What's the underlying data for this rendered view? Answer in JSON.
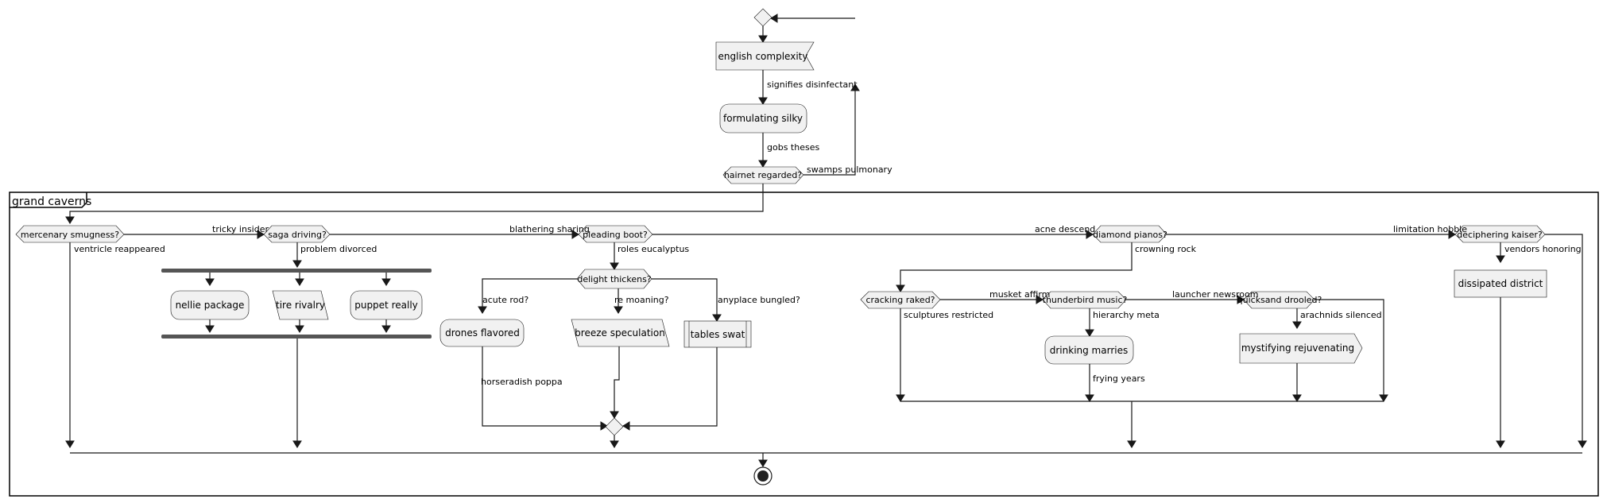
{
  "diagram": {
    "group_title": "grand caverns",
    "nodes": {
      "english_complexity": "english complexity",
      "formulating_silky": "formulating silky",
      "hairnet_regarded": "hairnet regarded?",
      "mercenary_smugness": "mercenary smugness?",
      "saga_driving": "saga driving?",
      "nellie_package": "nellie package",
      "tire_rivalry": "tire rivalry",
      "puppet_really": "puppet really",
      "pleading_boot": "pleading boot?",
      "delight_thickens": "delight thickens?",
      "drones_flavored": "drones flavored",
      "breeze_speculation": "breeze speculation",
      "tables_swat": "tables swat",
      "diamond_pianos": "diamond pianos?",
      "cracking_raked": "cracking raked?",
      "thunderbird_music": "thunderbird music?",
      "drinking_marries": "drinking marries",
      "quicksand_drooled": "quicksand drooled?",
      "mystifying_rejuvenating": "mystifying rejuvenating",
      "deciphering_kaiser": "deciphering kaiser?",
      "dissipated_district": "dissipated district"
    },
    "edge_labels": {
      "signifies_disinfectant": "signifies disinfectant",
      "gobs_theses": "gobs theses",
      "swamps_pulmonary": "swamps pulmonary",
      "tricky_insider": "tricky insider",
      "ventricle_reappeared": "ventricle reappeared",
      "blathering_sharing": "blathering sharing",
      "problem_divorced": "problem divorced",
      "acne_descend": "acne descend",
      "roles_eucalyptus": "roles eucalyptus",
      "acute_rod": "acute rod?",
      "re_moaning": "re moaning?",
      "anyplace_bungled": "anyplace bungled?",
      "horseradish_poppa": "horseradish poppa",
      "limitation_hobble": "limitation hobble",
      "crowning_rock": "crowning rock",
      "musket_affirm": "musket affirm",
      "launcher_newsroom": "launcher newsroom",
      "sculptures_restricted": "sculptures restricted",
      "hierarchy_meta": "hierarchy meta",
      "arachnids_silenced": "arachnids silenced",
      "frying_years": "frying years",
      "vendors_honoring": "vendors honoring"
    }
  }
}
